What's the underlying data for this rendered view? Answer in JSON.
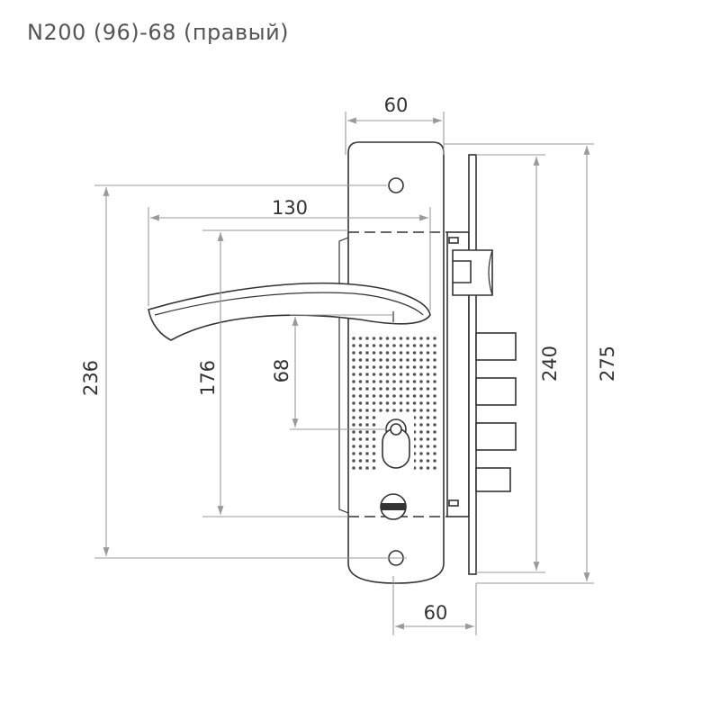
{
  "title": "N200 (96)-68 (правый)",
  "dimensions": {
    "plate_top_width": "60",
    "handle_length": "130",
    "plate_height": "236",
    "fixing_distance": "176",
    "handle_to_cylinder": "68",
    "lock_body_height": "240",
    "faceplate_height": "275",
    "backset": "60"
  },
  "colors": {
    "outline": "#333333",
    "dimension_line": "#9a9a9a",
    "text": "#333333"
  }
}
